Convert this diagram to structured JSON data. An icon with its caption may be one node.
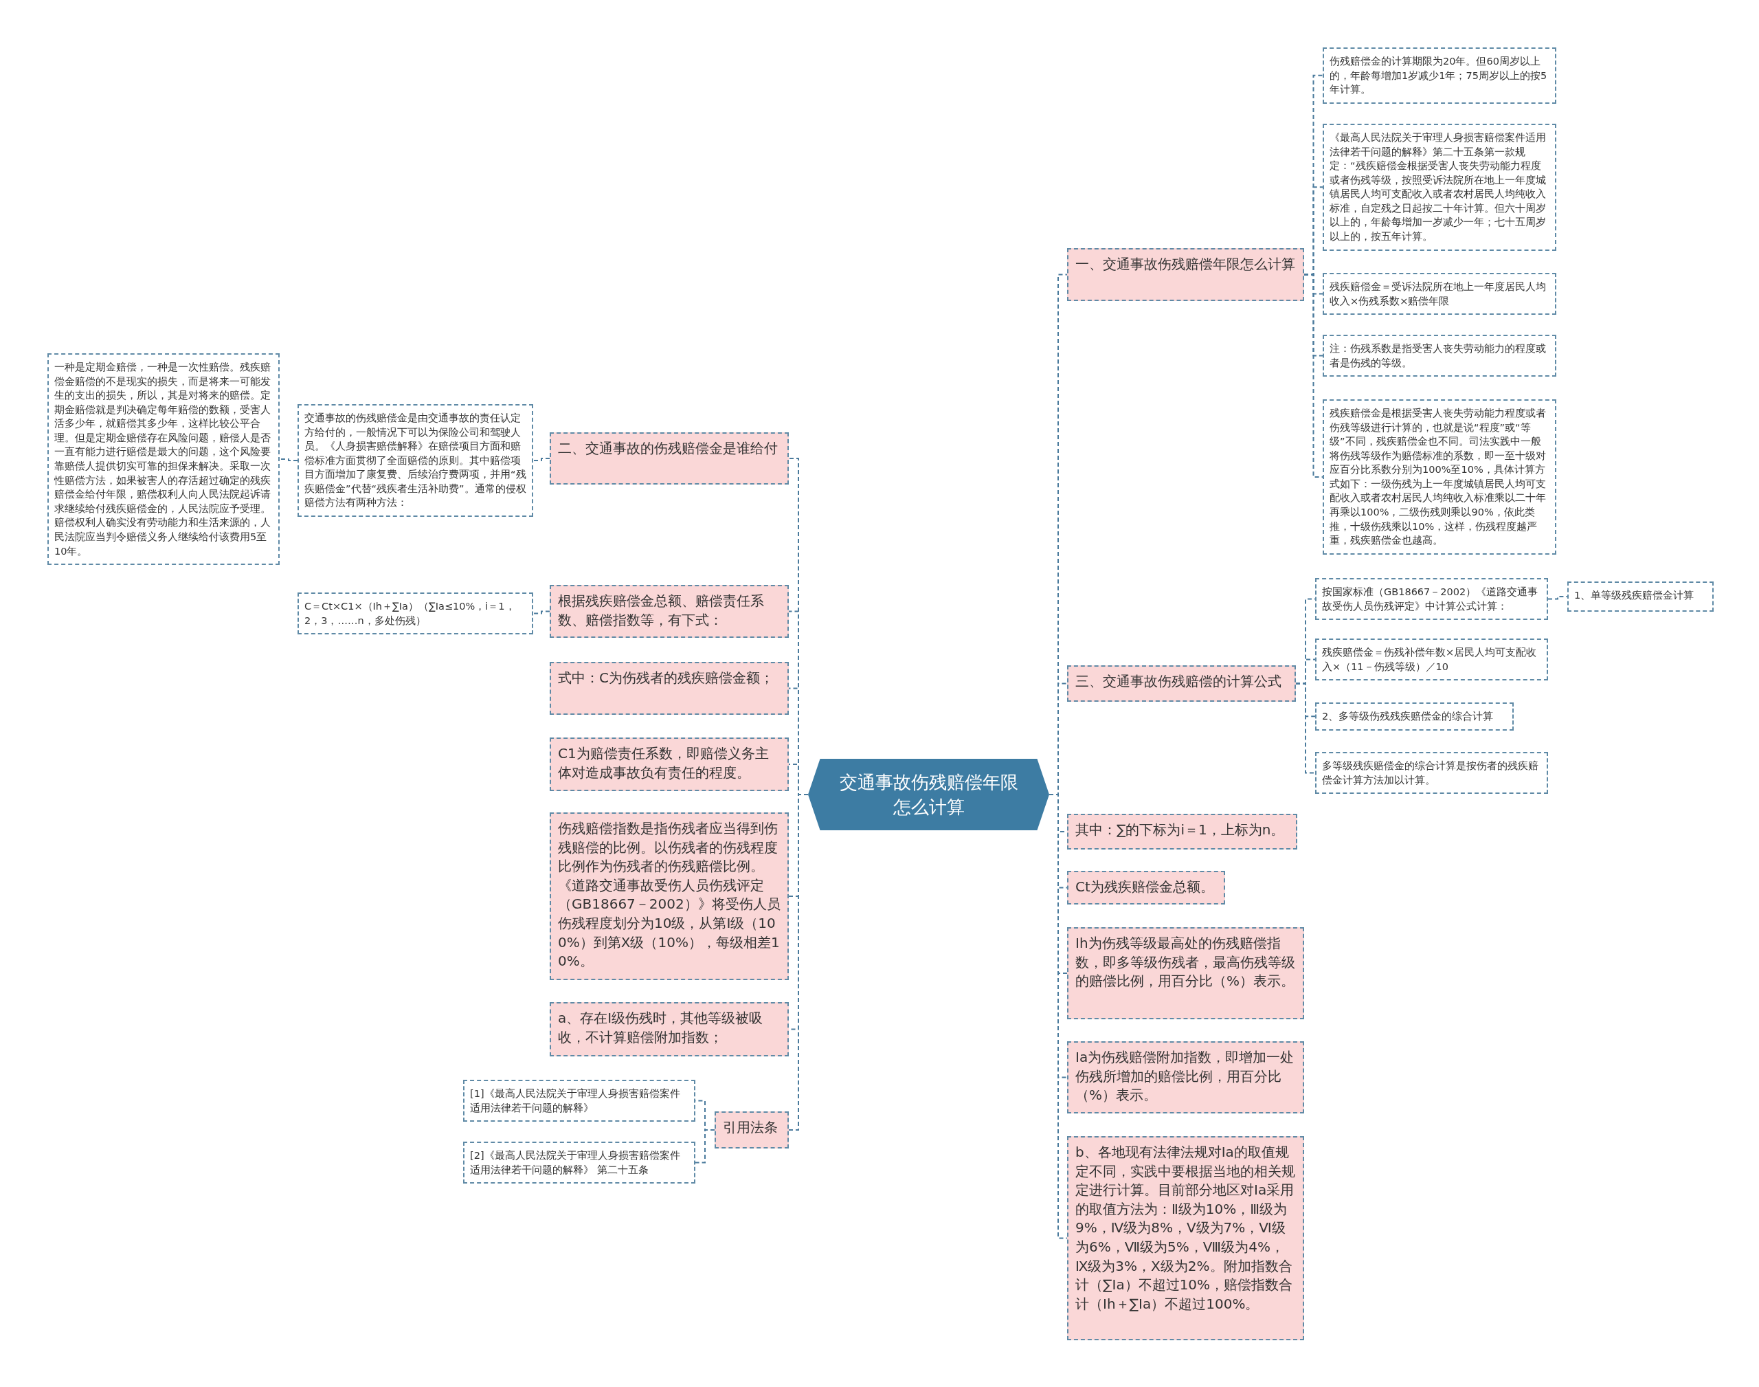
{
  "diagram": {
    "nodes": [
      {
        "text": [
          "交通事故伤残赔偿年限怎么计算"
        ]
      },
      {
        "text": [
          "二、交通事故的伤残赔偿金是谁给付"
        ]
      },
      {
        "text": [
          "交通事故的伤残赔偿金是由交通事故的责任认定方给付的，一般情况下可以为保险公司和驾驶人员。《人身损害赔偿解释》在赔偿项目方面和赔偿标准方面贯彻了全面赔偿的原则。其中赔偿项目方面增加了康复费、后续治疗费两项，并用“残疾赔偿金”代替“残疾者生活补助费”。通常的侵权赔偿方法有两种方法："
        ]
      },
      {
        "text": [
          "一种是定期金赔偿，一种是一次性赔偿。残疾赔偿金赔偿的不是现实的损失，而是将来一可能发生的支出的损失，所以，其是对将来的赔偿。定期金赔偿就是判决确定每年赔偿的数额，受害人活多少年，就赔偿其多少年，这样比较公平合理。但是定期金赔偿存在风险问题，赔偿人是否一直有能力进行赔偿是最大的问题，这个风险要靠赔偿人提供切实可靠的担保来解决。采取一次性赔偿方法，如果被害人的存活超过确定的残疾赔偿金给付年限，赔偿权利人向人民法院起诉请求继续给付残疾赔偿金的，人民法院应予受理。赔偿权利人确实没有劳动能力和生活来源的，人民法院应当判令赔偿义务人继续给付该费用5至10年。"
        ]
      },
      {
        "text": [
          "根据残疾赔偿金总额、赔偿责任系数、赔偿指数等，有下式："
        ]
      },
      {
        "text": [
          "C＝Ct×C1×（Ih＋∑Ia）（∑Ia≤10%，i＝1，2，3，……n，多处伤残）"
        ]
      },
      {
        "text": [
          "式中：C为伤残者的残疾赔偿金额；"
        ]
      },
      {
        "text": [
          "C1为赔偿责任系数，即赔偿义务主体对造成事故负有责任的程度。"
        ]
      },
      {
        "text": [
          "伤残赔偿指数是指伤残者应当得到伤残赔偿的比例。以伤残者的伤残程度比例作为伤残者的伤残赔偿比例。《道路交通事故受伤人员伤残评定（GB18667－2002）》将受伤人员伤残程度划分为10级，从第Ⅰ级（100%）到第Ⅹ级（10%），每级相差10%。"
        ]
      },
      {
        "text": [
          "a、存在Ⅰ级伤残时，其他等级被吸收，不计算赔偿附加指数；"
        ]
      },
      {
        "text": [
          "引用法条"
        ]
      },
      {
        "text": [
          "[1]《最高人民法院关于审理人身损害赔偿案件适用法律若干问题的解释》"
        ]
      },
      {
        "text": [
          "[2]《最高人民法院关于审理人身损害赔偿案件适用法律若干问题的解释》 第二十五条"
        ]
      },
      {
        "text": [
          "一、交通事故伤残赔偿年限怎么计算"
        ]
      },
      {
        "text": [
          "伤残赔偿金的计算期限为20年。但60周岁以上的，年龄每增加1岁减少1年；75周岁以上的按5年计算。"
        ]
      },
      {
        "text": [
          "《最高人民法院关于审理人身损害赔偿案件适用法律若干问题的解释》第二十五条第一款规定：“残疾赔偿金根据受害人丧失劳动能力程度或者伤残等级，按照受诉法院所在地上一年度城镇居民人均可支配收入或者农村居民人均纯收入标准，自定残之日起按二十年计算。但六十周岁以上的，年龄每增加一岁减少一年；七十五周岁以上的，按五年计算。"
        ]
      },
      {
        "text": [
          "残疾赔偿金＝受诉法院所在地上一年度居民人均收入×伤残系数×赔偿年限"
        ]
      },
      {
        "text": [
          "注：伤残系数是指受害人丧失劳动能力的程度或者是伤残的等级。"
        ]
      },
      {
        "text": [
          "残疾赔偿金是根据受害人丧失劳动能力程度或者伤残等级进行计算的，也就是说“程度”或“等级”不同，残疾赔偿金也不同。司法实践中一般将伤残等级作为赔偿标准的系数，即一至十级对应百分比系数分别为100%至10%，具体计算方式如下：一级伤残为上一年度城镇居民人均可支配收入或者农村居民人均纯收入标准乘以二十年再乘以100%，二级伤残则乘以90%，依此类推，十级伤残乘以10%，这样，伤残程度越严重，残疾赔偿金也越高。"
        ]
      },
      {
        "text": [
          "三、交通事故伤残赔偿的计算公式"
        ]
      },
      {
        "text": [
          "按国家标准（GB18667－2002）《道路交通事故受伤人员伤残评定》中计算公式计算："
        ]
      },
      {
        "text": [
          "1、单等级残疾赔偿金计算"
        ]
      },
      {
        "text": [
          "残疾赔偿金＝伤残补偿年数×居民人均可支配收入×（11－伤残等级）／10"
        ]
      },
      {
        "text": [
          "2、多等级伤残残疾赔偿金的综合计算"
        ]
      },
      {
        "text": [
          "多等级残疾赔偿金的综合计算是按伤者的残疾赔偿金计算方法加以计算。"
        ]
      },
      {
        "text": [
          "其中：∑的下标为i＝1，上标为n。"
        ]
      },
      {
        "text": [
          "Ct为残疾赔偿金总额。"
        ]
      },
      {
        "text": [
          "Ih为伤残等级最高处的伤残赔偿指数，即多等级伤残者，最高伤残等级的赔偿比例，用百分比（%）表示。"
        ]
      },
      {
        "text": [
          "Ia为伤残赔偿附加指数，即增加一处伤残所增加的赔偿比例，用百分比（%）表示。"
        ]
      },
      {
        "text": [
          "b、各地现有法律法规对Ia的取值规定不同，实践中要根据当地的相关规定进行计算。目前部分地区对Ia采用的取值方法为：Ⅱ级为10%，Ⅲ级为9%，Ⅳ级为8%，Ⅴ级为7%，Ⅵ级为6%，Ⅶ级为5%，Ⅷ级为4%，Ⅸ级为3%，Ⅹ级为2%。附加指数合计（∑Ia）不超过10%，赔偿指数合计（Ih＋∑Ia）不超过100%。"
        ]
      }
    ],
    "edges": [
      {
        "from": 0,
        "to": 1,
        "arrow": "none"
      },
      {
        "from": 1,
        "to": 2,
        "arrow": "none"
      },
      {
        "from": 2,
        "to": 3,
        "arrow": "none"
      },
      {
        "from": 0,
        "to": 4,
        "arrow": "none"
      },
      {
        "from": 4,
        "to": 5,
        "arrow": "none"
      },
      {
        "from": 0,
        "to": 6,
        "arrow": "none"
      },
      {
        "from": 0,
        "to": 7,
        "arrow": "none"
      },
      {
        "from": 0,
        "to": 8,
        "arrow": "none"
      },
      {
        "from": 0,
        "to": 9,
        "arrow": "none"
      },
      {
        "from": 0,
        "to": 10,
        "arrow": "none"
      },
      {
        "from": 10,
        "to": 11,
        "arrow": "none"
      },
      {
        "from": 10,
        "to": 12,
        "arrow": "none"
      },
      {
        "from": 0,
        "to": 13,
        "arrow": "none"
      },
      {
        "from": 13,
        "to": 14,
        "arrow": "none"
      },
      {
        "from": 13,
        "to": 15,
        "arrow": "none"
      },
      {
        "from": 13,
        "to": 16,
        "arrow": "none"
      },
      {
        "from": 13,
        "to": 17,
        "arrow": "none"
      },
      {
        "from": 13,
        "to": 18,
        "arrow": "none"
      },
      {
        "from": 0,
        "to": 19,
        "arrow": "none"
      },
      {
        "from": 19,
        "to": 20,
        "arrow": "none"
      },
      {
        "from": 20,
        "to": 21,
        "arrow": "none"
      },
      {
        "from": 19,
        "to": 22,
        "arrow": "none"
      },
      {
        "from": 19,
        "to": 23,
        "arrow": "none"
      },
      {
        "from": 19,
        "to": 24,
        "arrow": "none"
      },
      {
        "from": 0,
        "to": 25,
        "arrow": "none"
      },
      {
        "from": 0,
        "to": 26,
        "arrow": "none"
      },
      {
        "from": 0,
        "to": 27,
        "arrow": "none"
      },
      {
        "from": 0,
        "to": 28,
        "arrow": "none"
      },
      {
        "from": 0,
        "to": 29,
        "arrow": "none"
      }
    ]
  }
}
